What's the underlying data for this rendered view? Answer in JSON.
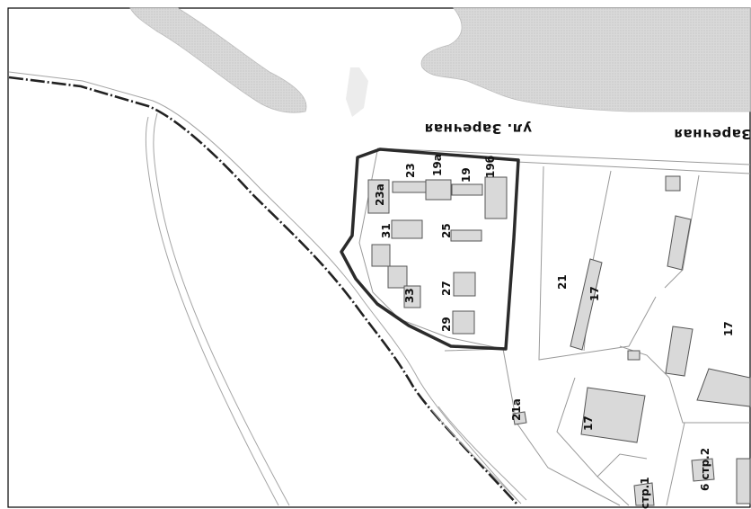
{
  "map": {
    "street_labels": [
      "ул. Заречная",
      "Заречная"
    ],
    "building_labels": {
      "b23a": "23а",
      "b23": "23",
      "b19a": "19а",
      "b19": "19",
      "b19b": "19б",
      "b31": "31",
      "b25": "25",
      "b33": "33",
      "b27": "27",
      "b29": "29",
      "b21": "21",
      "b17_long": "17",
      "b17_right": "17",
      "b17_big": "17",
      "b21a": "21а",
      "b6str2": "6 стр.2",
      "str1": "стр.1"
    },
    "colors": {
      "background": "#ffffff",
      "water": "#dcdcdc",
      "building_fill": "#d9d9d9",
      "building_stroke": "#555555",
      "highlight_boundary": "#2b2b2b",
      "parcel_lines": "#9a9a9a",
      "railway": "#222222"
    },
    "icons": {
      "frame": "map-frame"
    }
  }
}
